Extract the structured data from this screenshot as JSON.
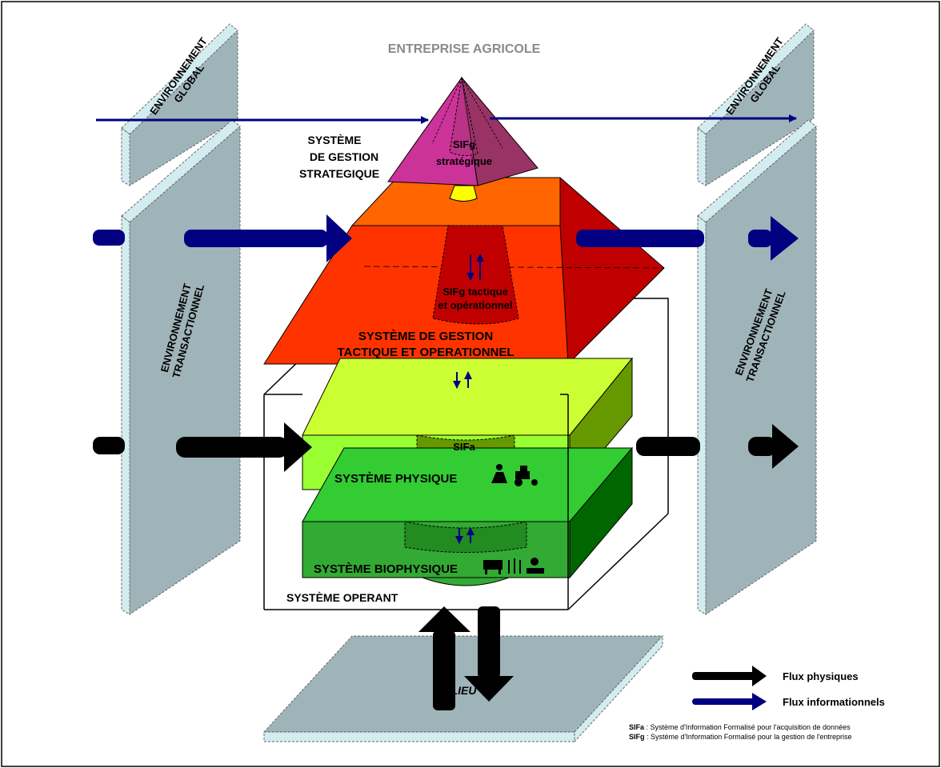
{
  "title": "ENTREPRISE AGRICOLE",
  "colors": {
    "panel": "#9fb4b8",
    "panel_edge": "#d3ecf0",
    "pyramid_top": "#cc3399",
    "pyramid_top_dark": "#993366",
    "tactical_top": "#ff6600",
    "tactical_front": "#ff3300",
    "tactical_side": "#c00000",
    "physique": "#a6e22e",
    "physique_front": "#99ff33",
    "physique_side": "#669900",
    "biophysique": "#33cc33",
    "biophysique_front": "#33aa33",
    "biophysique_side": "#006600",
    "sif_yellow": "#ffff00",
    "flux_physique": "#000000",
    "flux_info": "#000080"
  },
  "environments": {
    "global_left": [
      "ENVIRONNEMENT",
      "GLOBAL"
    ],
    "global_right": [
      "ENVIRONNEMENT",
      "GLOBAL"
    ],
    "trans_left": [
      "ENVIRONNEMENT",
      "TRANSACTIONNEL"
    ],
    "trans_right": [
      "ENVIRONNEMENT",
      "TRANSACTIONNEL"
    ]
  },
  "systems": {
    "strategic_label": [
      "SYSTÈME",
      "DE GESTION",
      "STRATEGIQUE"
    ],
    "sifg_strategic": [
      "SIFg",
      "stratégique"
    ],
    "sifg_tactical": [
      "SIFg tactique",
      "et opérationnel"
    ],
    "tactical_label": [
      "SYSTÈME DE GESTION",
      "TACTIQUE ET OPERATIONNEL"
    ],
    "sifa": "SIFa",
    "physique": "SYSTÈME PHYSIQUE",
    "biophysique": "SYSTÈME BIOPHYSIQUE",
    "operant": "SYSTÈME OPERANT",
    "milieu": "MILIEU"
  },
  "legend": {
    "flux_physiques": "Flux physiques",
    "flux_informationnels": "Flux informationnels",
    "note_sifa_key": "SIFa",
    "note_sifa_text": " : Système d'Information Formalisé pour l'acquisition de données",
    "note_sifg_key": "SIFg",
    "note_sifg_text": " : Système d'Information Formalisé pour la gestion de l'entreprise"
  }
}
